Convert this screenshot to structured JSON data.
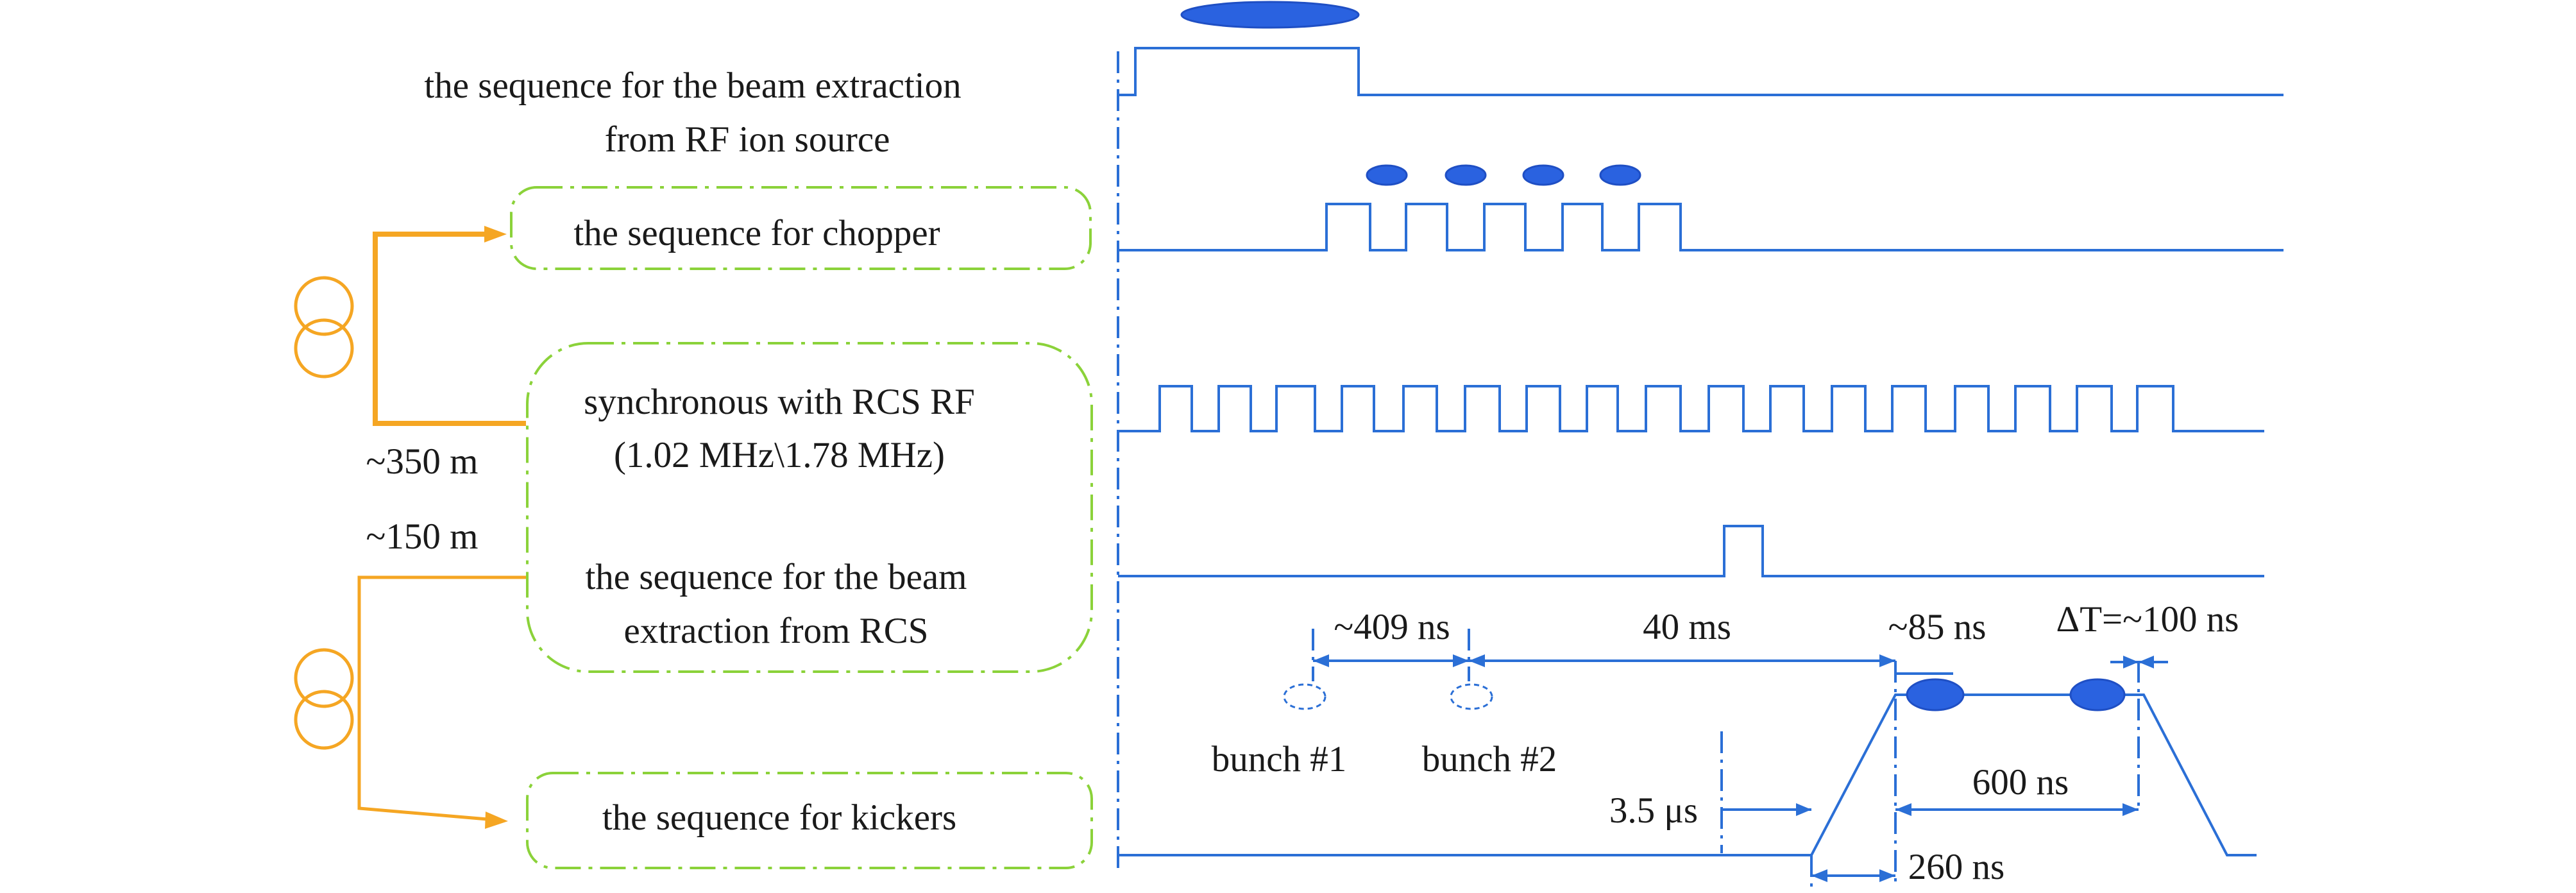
{
  "labels": {
    "beam_extraction_source_1": "the sequence for the beam extraction",
    "beam_extraction_source_2": "from RF ion source",
    "chopper": "the sequence for chopper",
    "rcs_rf_1": "synchronous with RCS RF",
    "rcs_rf_2": "(1.02 MHz\\1.78 MHz)",
    "rcs_extraction_1": "the sequence for the beam",
    "rcs_extraction_2": "extraction from RCS",
    "kickers": "the sequence for kickers"
  },
  "cable_lengths": {
    "upper": "~350 m",
    "lower": "~150 m"
  },
  "timing": {
    "bunch_spacing": "~409 ns",
    "extraction_delay": "40 ms",
    "bunch_gap": "~85 ns",
    "delta_t": "ΔT=~100 ns",
    "delay_35": "3.5 μs",
    "flat_top": "600 ns",
    "rise_time": "260 ns"
  },
  "bunches": {
    "first": "bunch #1",
    "second": "bunch #2"
  },
  "colors": {
    "signal": "#2b6fd6",
    "bunch": "#2a62e0",
    "group_box": "#8bd23a",
    "cable": "#f5a623"
  },
  "icons": [
    "coupler-icon",
    "coupler-icon"
  ]
}
